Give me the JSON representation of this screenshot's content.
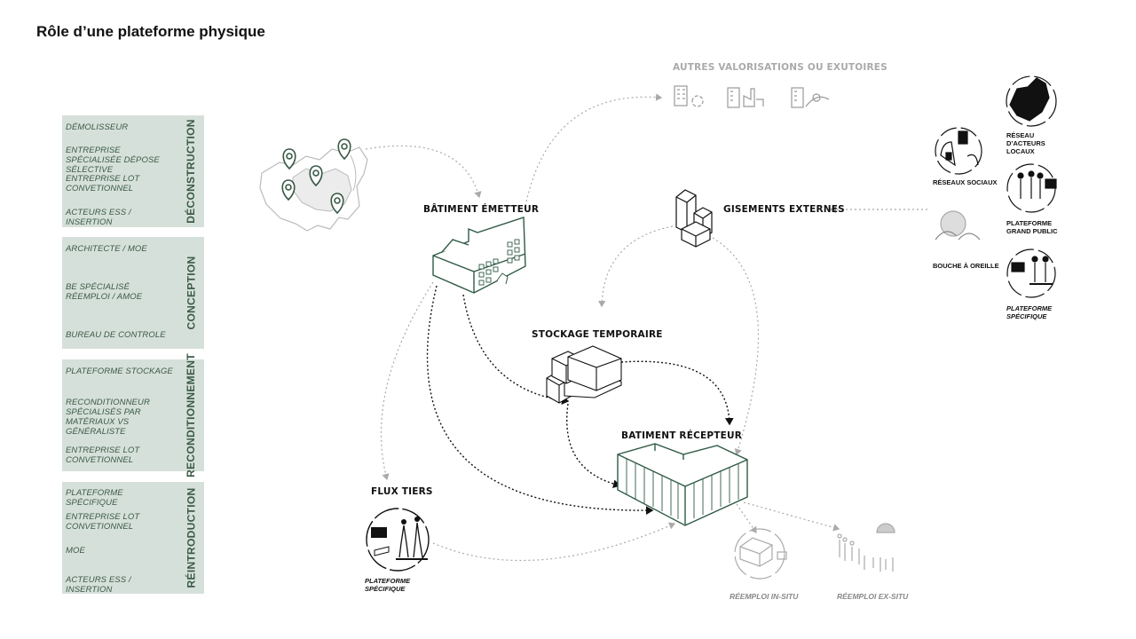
{
  "title": "Rôle d’une plateforme physique",
  "panels": [
    {
      "label": "Déconstruction",
      "items": [
        "DÉMOLISSEUR",
        "ENTREPRISE SPÉCIALISÉE DÉPOSE SÉLECTIVE",
        "ENTREPRISE LOT CONVETIONNEL",
        "ACTEURS ESS / INSERTION"
      ]
    },
    {
      "label": "Conception",
      "items": [
        "ARCHITECTE / MOE",
        "BE SPÉCIALISÉ RÉEMPLOI / AMOE",
        "BUREAU DE CONTROLE"
      ]
    },
    {
      "label": "Reconditionnement",
      "items": [
        "PLATEFORME STOCKAGE",
        "RECONDITIONNEUR SPÉCIALISÉS PAR MATÉRIAUX VS GÉNÉRALISTE",
        "ENTREPRISE LOT CONVETIONNEL"
      ]
    },
    {
      "label": "Réintroduction",
      "items": [
        "PLATEFORME SPÉCIFIQUE",
        "ENTREPRISE LOT CONVETIONNEL",
        "MOE",
        "ACTEURS ESS / INSERTION"
      ]
    }
  ],
  "nodes": {
    "autres": "AUTRES VALORISATIONS OU EXUTOIRES",
    "emetteur": "BÂTIMENT ÉMETTEUR",
    "gisements": "GISEMENTS EXTERNES",
    "stockage": "STOCKAGE TEMPORAIRE",
    "recepteur": "BATIMENT RÉCEPTEUR",
    "flux": "FLUX TIERS",
    "flux_sub": "PLATEFORME SPÉCIFIQUE",
    "insitu": "RÉEMPLOI IN-SITU",
    "exsitu": "RÉEMPLOI EX-SITU"
  },
  "channels": {
    "reseau_local": "RÉSEAU D’ACTEURS LOCAUX",
    "reseaux_sociaux": "RÉSEAUX SOCIAUX",
    "grand_public": "PLATEFORME GRAND PUBLIC",
    "bouche": "BOUCHE À OREILLE",
    "specifique": "PLATEFORME SPÉCIFIQUE"
  },
  "colors": {
    "panel_bg": "#d6e0da",
    "panel_text": "#3a5a47",
    "building_stroke": "#2f5a45",
    "grey": "#aaaaaa"
  }
}
